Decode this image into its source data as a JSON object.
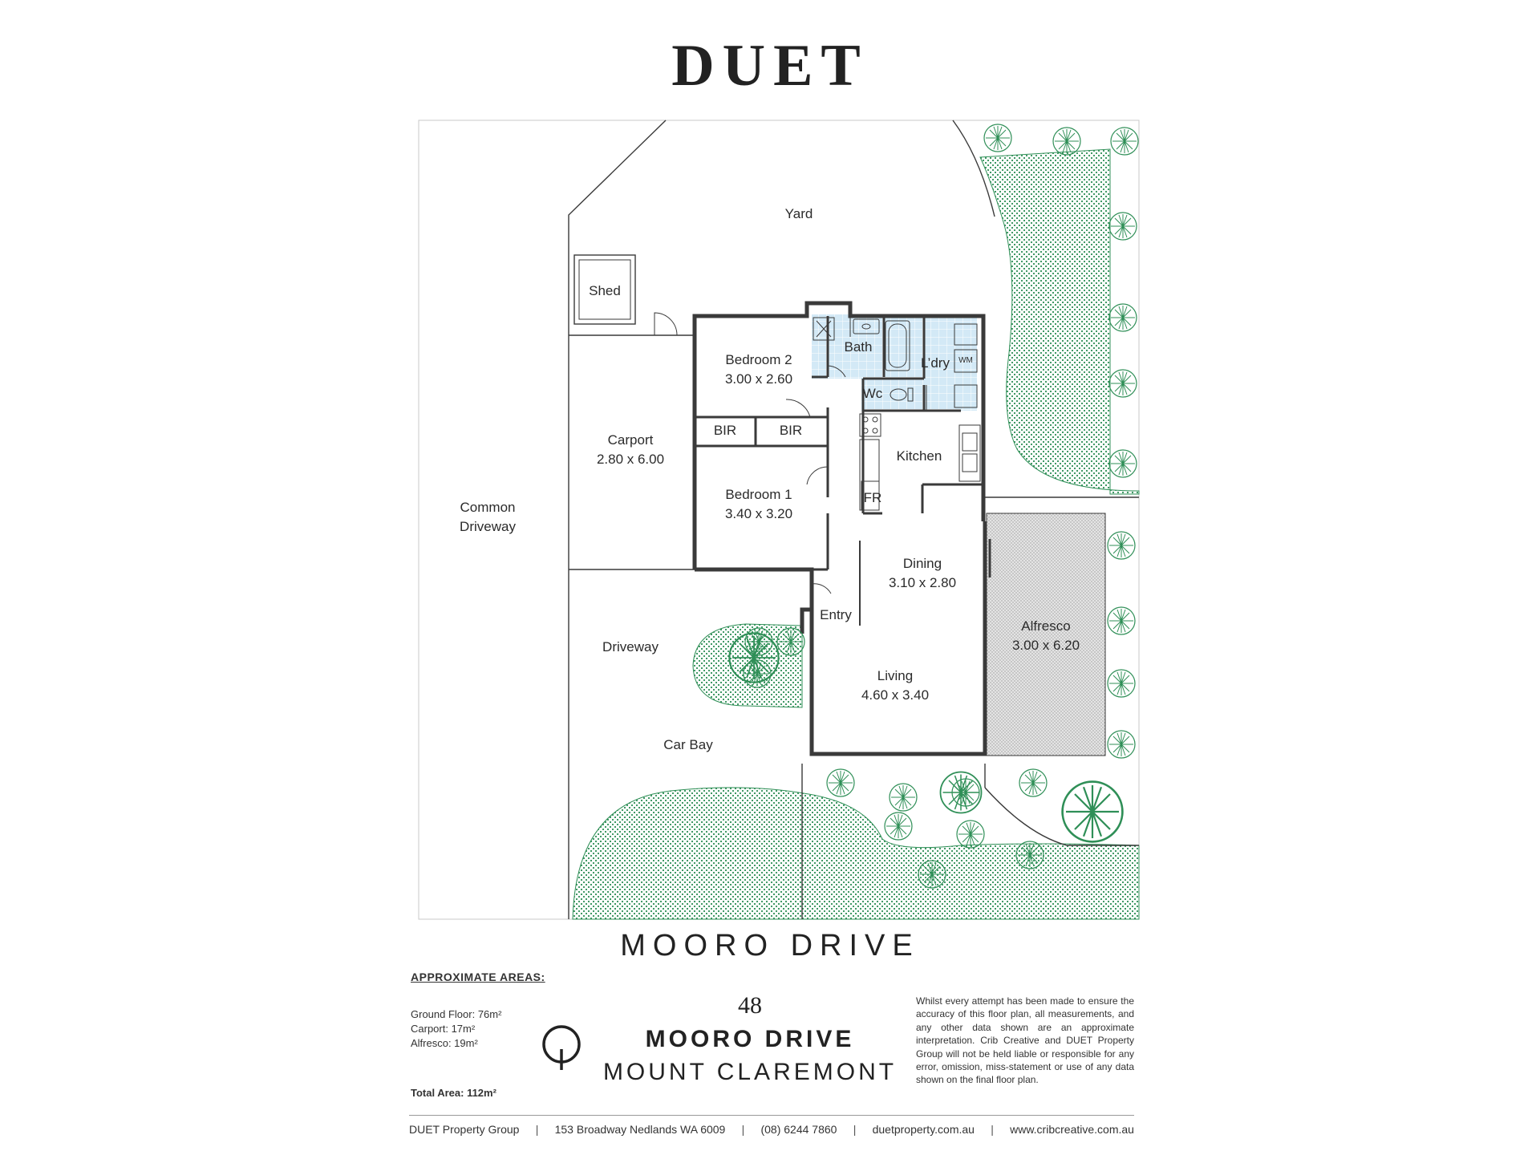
{
  "brand": "DUET",
  "plan": {
    "labels": {
      "yard": "Yard",
      "shed": "Shed",
      "bedroom2_name": "Bedroom 2",
      "bedroom2_size": "3.00 x 2.60",
      "bath": "Bath",
      "laundry": "L’dry",
      "wm": "WM",
      "wc": "Wc",
      "bir1": "BIR",
      "bir2": "BIR",
      "kitchen": "Kitchen",
      "fr": "FR",
      "carport_name": "Carport",
      "carport_size": "2.80 x 6.00",
      "common_line1": "Common",
      "common_line2": "Driveway",
      "bedroom1_name": "Bedroom 1",
      "bedroom1_size": "3.40 x 3.20",
      "dining_name": "Dining",
      "dining_size": "3.10 x 2.80",
      "entry": "Entry",
      "alfresco_name": "Alfresco",
      "alfresco_size": "3.00 x 6.20",
      "driveway": "Driveway",
      "living_name": "Living",
      "living_size": "4.60 x 3.40",
      "carbay": "Car Bay"
    },
    "colors": {
      "wall": "#3a3a3a",
      "wet_area": "#d3e9f6",
      "garden_dot": "#2f8f57",
      "tree": "#2f8f57",
      "alfresco_fill": "#dcdcdc"
    }
  },
  "street_name": "MOORO DRIVE",
  "areas": {
    "heading": "APPROXIMATE AREAS:",
    "ground_floor": "Ground Floor: 76m²",
    "carport": "Carport: 17m²",
    "alfresco": "Alfresco: 19m²",
    "total": "Total Area: 112m²"
  },
  "address": {
    "number": "48",
    "street": "MOORO DRIVE",
    "suburb": "MOUNT CLAREMONT"
  },
  "disclaimer": "Whilst every attempt has been made to ensure the accuracy of this floor plan, all measurements, and any other data shown are an approximate interpretation. Crib Creative and DUET Property Group will not be held liable or responsible for any error, omission, miss-statement or use of any data shown on the final floor plan.",
  "footer": {
    "company": "DUET Property Group",
    "address": "153 Broadway Nedlands WA 6009",
    "phone": "(08) 6244 7860",
    "website1": "duetproperty.com.au",
    "website2": "www.cribcreative.com.au",
    "separator": "|"
  }
}
